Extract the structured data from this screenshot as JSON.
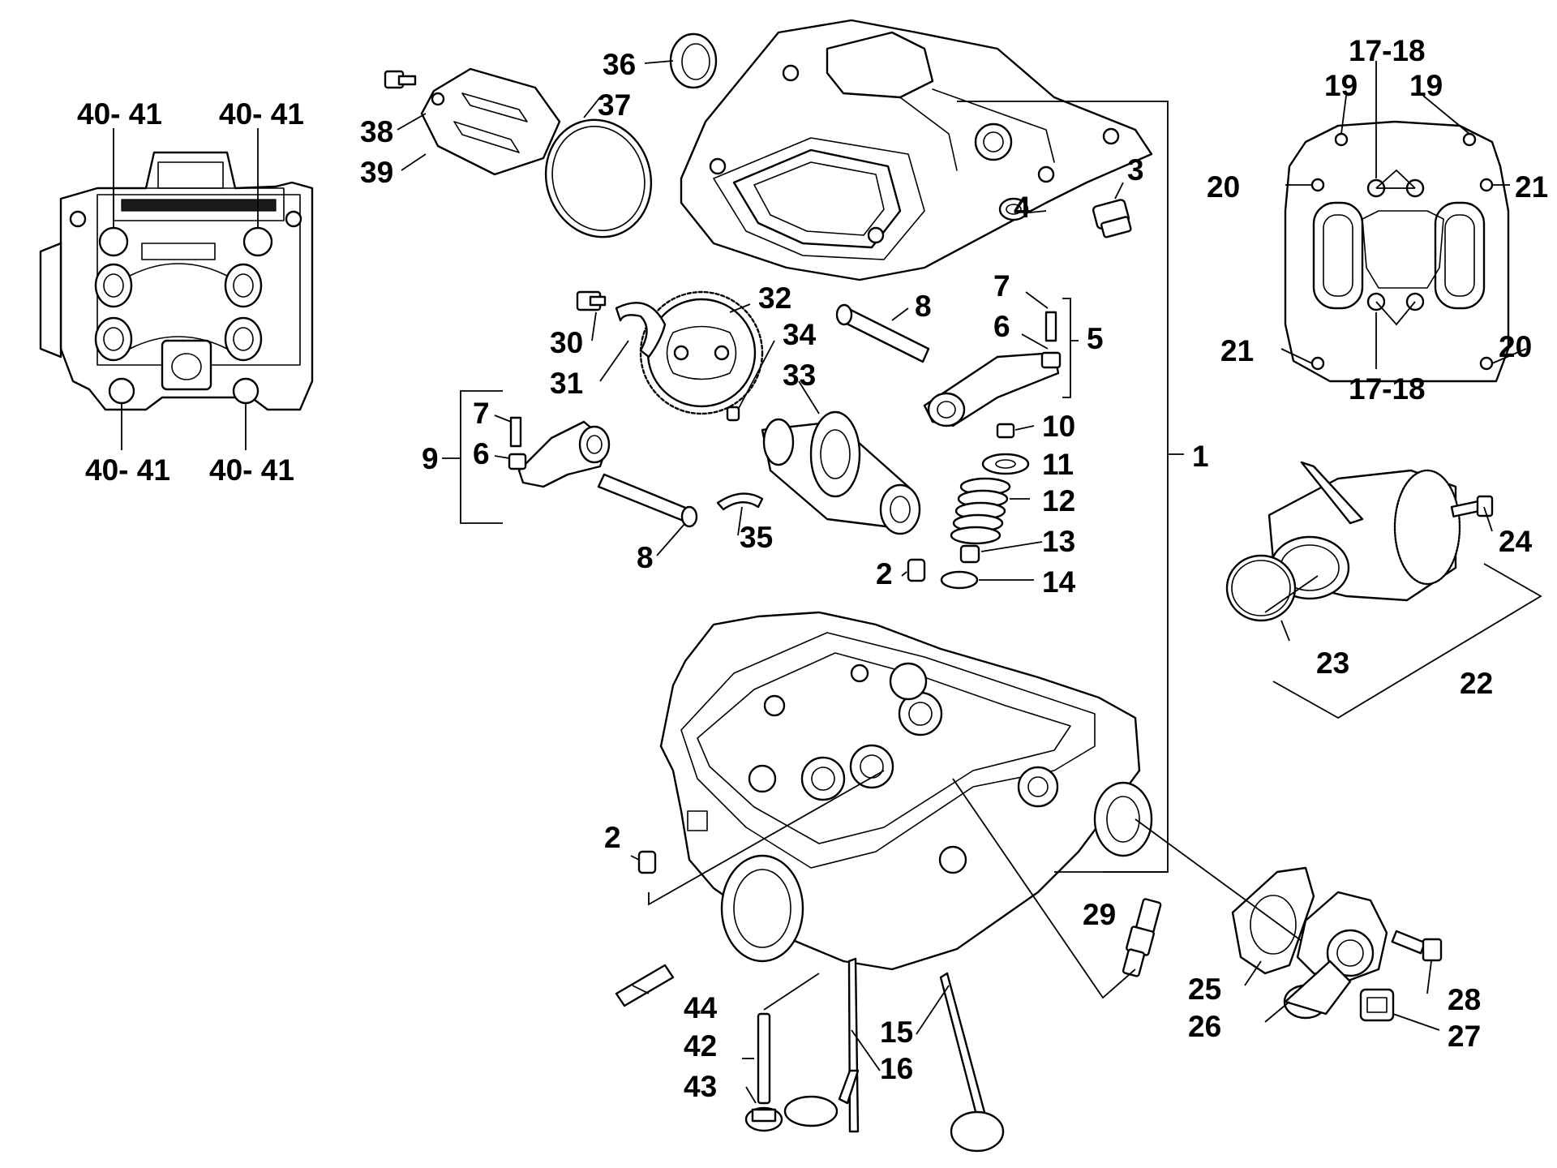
{
  "callouts": [
    {
      "id": "c1",
      "text": "1"
    },
    {
      "id": "c2a",
      "text": "2"
    },
    {
      "id": "c2b",
      "text": "2"
    },
    {
      "id": "c3",
      "text": "3"
    },
    {
      "id": "c4",
      "text": "4"
    },
    {
      "id": "c5",
      "text": "5"
    },
    {
      "id": "c6a",
      "text": "6"
    },
    {
      "id": "c6b",
      "text": "6"
    },
    {
      "id": "c7a",
      "text": "7"
    },
    {
      "id": "c7b",
      "text": "7"
    },
    {
      "id": "c8a",
      "text": "8"
    },
    {
      "id": "c8b",
      "text": "8"
    },
    {
      "id": "c9",
      "text": "9"
    },
    {
      "id": "c10",
      "text": "10"
    },
    {
      "id": "c11",
      "text": "11"
    },
    {
      "id": "c12",
      "text": "12"
    },
    {
      "id": "c13",
      "text": "13"
    },
    {
      "id": "c14",
      "text": "14"
    },
    {
      "id": "c15",
      "text": "15"
    },
    {
      "id": "c16",
      "text": "16"
    },
    {
      "id": "c1718a",
      "text": "17-18"
    },
    {
      "id": "c1718b",
      "text": "17-18"
    },
    {
      "id": "c19a",
      "text": "19"
    },
    {
      "id": "c19b",
      "text": "19"
    },
    {
      "id": "c20a",
      "text": "20"
    },
    {
      "id": "c20b",
      "text": "20"
    },
    {
      "id": "c21a",
      "text": "21"
    },
    {
      "id": "c21b",
      "text": "21"
    },
    {
      "id": "c22",
      "text": "22"
    },
    {
      "id": "c23",
      "text": "23"
    },
    {
      "id": "c24",
      "text": "24"
    },
    {
      "id": "c25",
      "text": "25"
    },
    {
      "id": "c26",
      "text": "26"
    },
    {
      "id": "c27",
      "text": "27"
    },
    {
      "id": "c28",
      "text": "28"
    },
    {
      "id": "c29",
      "text": "29"
    },
    {
      "id": "c30",
      "text": "30"
    },
    {
      "id": "c31",
      "text": "31"
    },
    {
      "id": "c32",
      "text": "32"
    },
    {
      "id": "c33",
      "text": "33"
    },
    {
      "id": "c34",
      "text": "34"
    },
    {
      "id": "c35",
      "text": "35"
    },
    {
      "id": "c36",
      "text": "36"
    },
    {
      "id": "c37",
      "text": "37"
    },
    {
      "id": "c38",
      "text": "38"
    },
    {
      "id": "c39",
      "text": "39"
    },
    {
      "id": "c4041a",
      "text": "40- 41"
    },
    {
      "id": "c4041b",
      "text": "40- 41"
    },
    {
      "id": "c4041c",
      "text": "40- 41"
    },
    {
      "id": "c4041d",
      "text": "40- 41"
    },
    {
      "id": "c42",
      "text": "42"
    },
    {
      "id": "c43",
      "text": "43"
    },
    {
      "id": "c44",
      "text": "44"
    }
  ]
}
